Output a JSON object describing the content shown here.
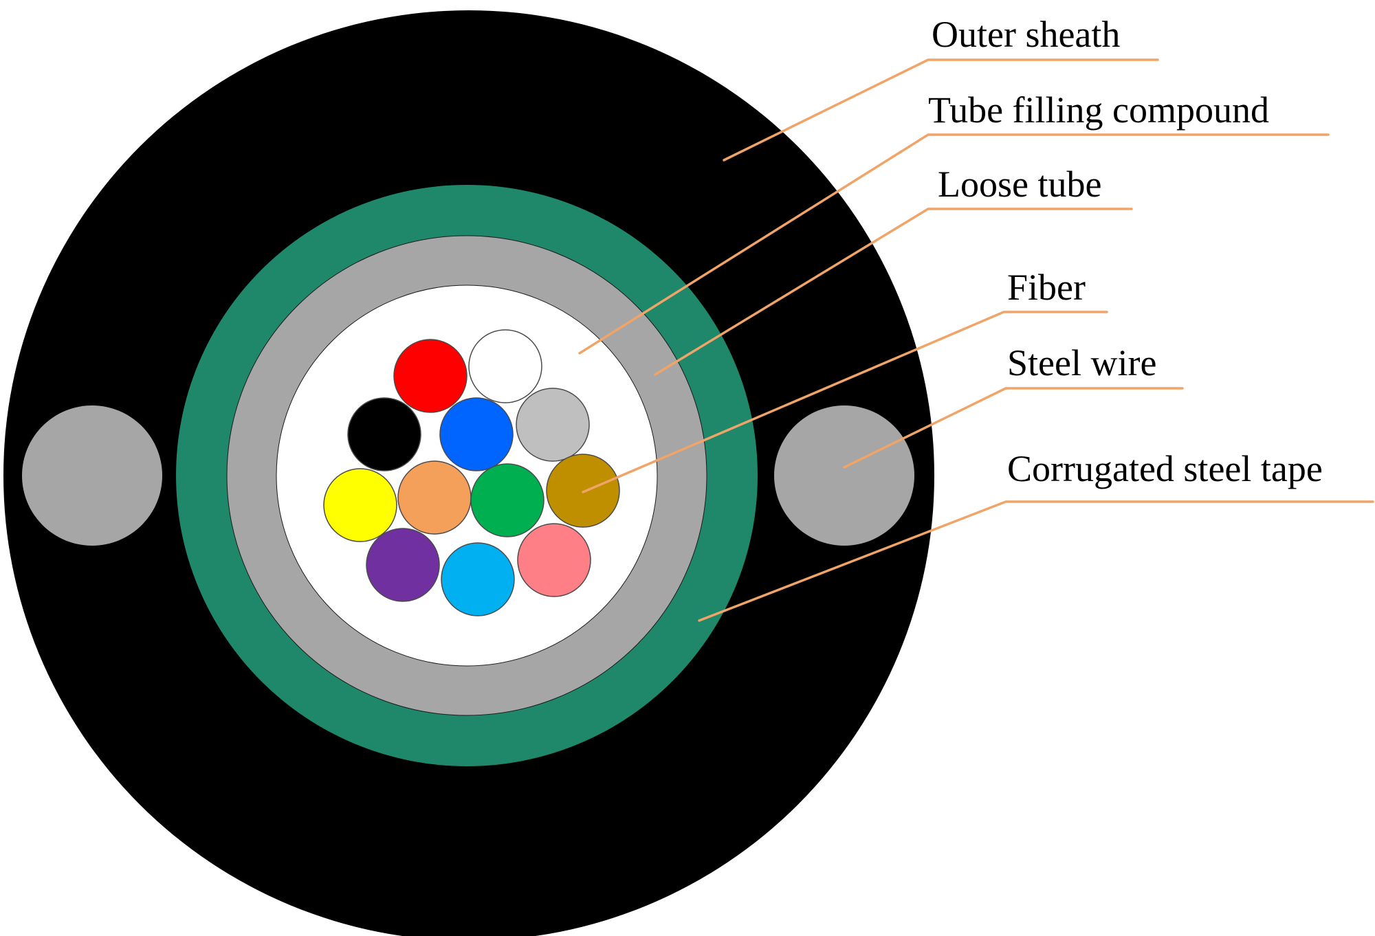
{
  "colors": {
    "outer_sheath": "#000000",
    "corrugated_steel_tape": "#1f876a",
    "loose_tube": "#a6a6a6",
    "tube_filling_compound": "#ffffff",
    "steel_wire": "#a6a6a6",
    "leader_line": "#f0a468"
  },
  "labels": {
    "outer_sheath": "Outer sheath",
    "tube_filling_compound": "Tube filling compound",
    "loose_tube": "Loose tube",
    "fiber": "Fiber",
    "steel_wire": "Steel wire",
    "corrugated_steel_tape": "Corrugated steel tape"
  },
  "fibers": [
    {
      "name": "red",
      "color": "#ff0000"
    },
    {
      "name": "white",
      "color": "#ffffff"
    },
    {
      "name": "black",
      "color": "#000000"
    },
    {
      "name": "blue",
      "color": "#0064ff"
    },
    {
      "name": "gray",
      "color": "#bfbfbf"
    },
    {
      "name": "yellow",
      "color": "#ffff00"
    },
    {
      "name": "orange",
      "color": "#f4a05a"
    },
    {
      "name": "green",
      "color": "#00b050"
    },
    {
      "name": "brown",
      "color": "#bf8f00"
    },
    {
      "name": "violet",
      "color": "#7030a0"
    },
    {
      "name": "aqua",
      "color": "#00b0f0"
    },
    {
      "name": "rose",
      "color": "#ff7f86"
    }
  ]
}
